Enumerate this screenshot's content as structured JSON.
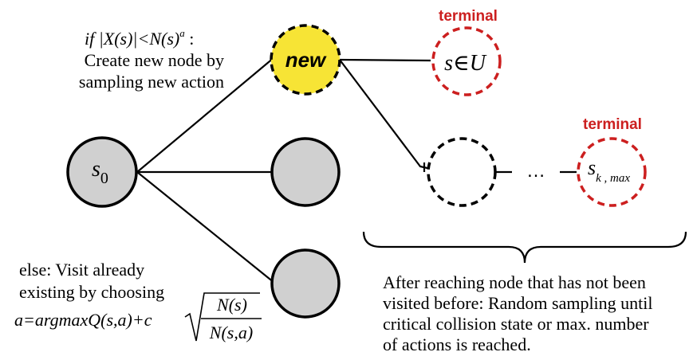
{
  "nodes": {
    "root": {
      "label": "s",
      "subscript": "0"
    },
    "new": {
      "label": "new"
    },
    "terminal_top": {
      "tag": "terminal",
      "label": "s∈U"
    },
    "terminal_bottom": {
      "tag": "terminal",
      "label": "s",
      "subscript": "k , max"
    },
    "ellipsis": "…"
  },
  "annotations": {
    "if_rule": {
      "line1": "if  |X(s)|<N(s)",
      "line1_exp": "a",
      "line1_tail": " :",
      "line2": "Create new node by",
      "line3": "sampling new action"
    },
    "else_rule": {
      "line1": "else: Visit already",
      "line2": "existing by choosing",
      "formula_left": "a=argmaxQ(s,a)+c",
      "frac_num": "N(s)",
      "frac_den": "N(s,a)"
    },
    "random_sampling": {
      "line1": "After reaching node that has not been",
      "line2": "visited before: Random sampling until",
      "line3": "critical collision state or max. number",
      "line4": "of actions is reached."
    }
  },
  "colors": {
    "node_fill": "#d0d0d0",
    "new_fill": "#f7e435",
    "terminal": "#cc1f1f",
    "stroke": "#000000"
  }
}
